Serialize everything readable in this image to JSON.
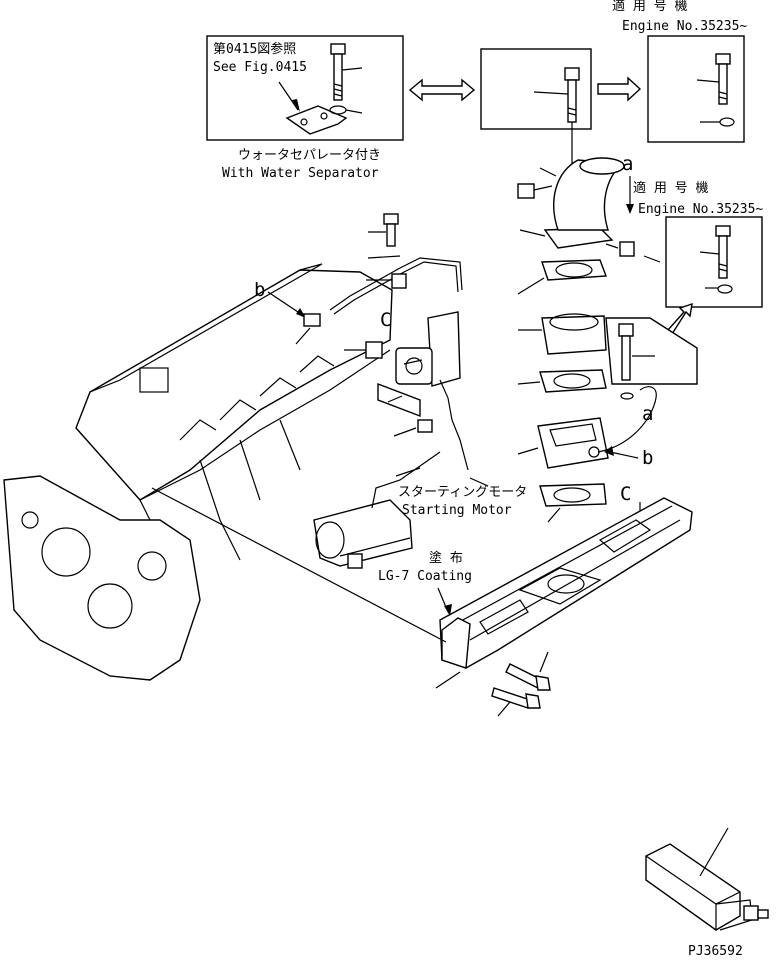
{
  "labels": {
    "ref_fig_jp": "第0415図参照",
    "ref_fig_en": "See Fig.0415",
    "water_sep_jp": "ウォータセパレータ付き",
    "water_sep_en": "With Water Separator",
    "applicable_jp_1": "適 用 号 機",
    "engine_no_1": "Engine No.35235~",
    "applicable_jp_2": "適 用 号 機",
    "engine_no_2": "Engine No.35235~",
    "starting_motor_jp": "スターティングモータ",
    "starting_motor_en": "Starting Motor",
    "coating_jp": "塗 布",
    "coating_en": "LG-7 Coating",
    "callout_a_top": "a",
    "callout_a_mid": "a",
    "callout_b_left": "b",
    "callout_b_right": "b",
    "callout_c_left": "C",
    "callout_c_right": "C",
    "drawing_no": "PJ36592"
  }
}
